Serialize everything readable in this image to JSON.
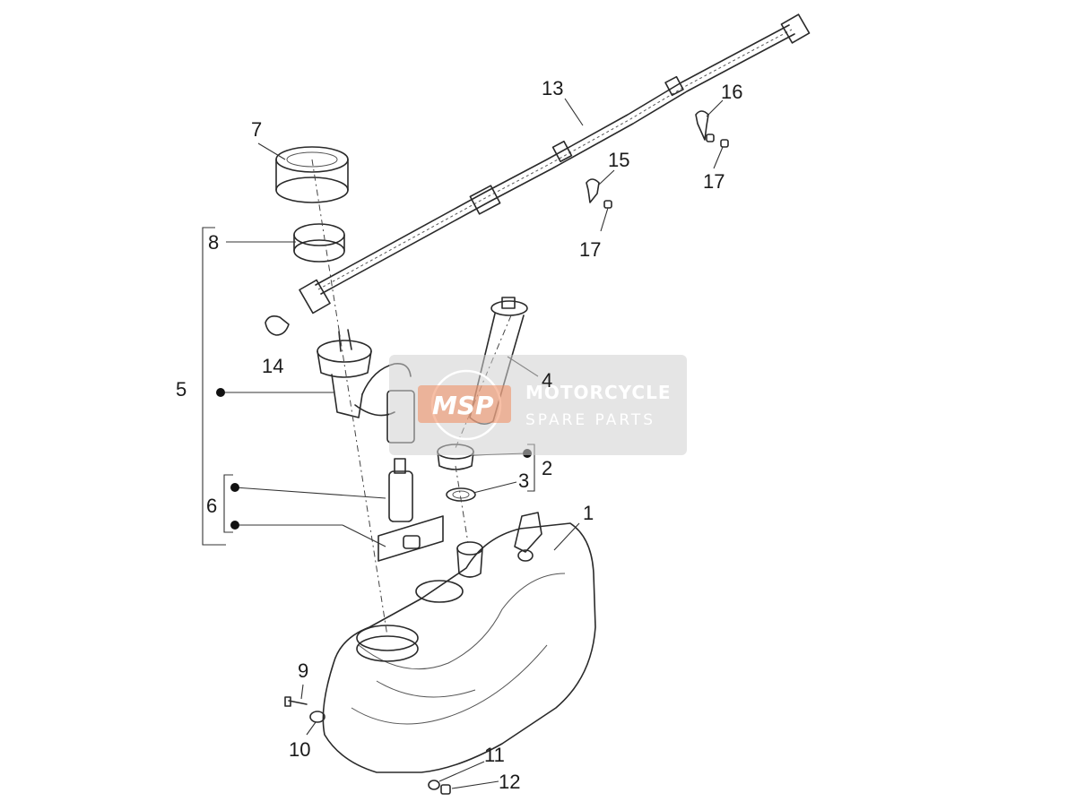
{
  "callouts": [
    {
      "id": "c1",
      "text": "1"
    },
    {
      "id": "c2",
      "text": "2"
    },
    {
      "id": "c3",
      "text": "3"
    },
    {
      "id": "c4",
      "text": "4"
    },
    {
      "id": "c5",
      "text": "5"
    },
    {
      "id": "c6",
      "text": "6"
    },
    {
      "id": "c7",
      "text": "7"
    },
    {
      "id": "c8",
      "text": "8"
    },
    {
      "id": "c9",
      "text": "9"
    },
    {
      "id": "c10",
      "text": "10"
    },
    {
      "id": "c11",
      "text": "11"
    },
    {
      "id": "c12",
      "text": "12"
    },
    {
      "id": "c13",
      "text": "13"
    },
    {
      "id": "c14",
      "text": "14"
    },
    {
      "id": "c15",
      "text": "15"
    },
    {
      "id": "c16",
      "text": "16"
    },
    {
      "id": "c17a",
      "text": "17"
    },
    {
      "id": "c17b",
      "text": "17"
    },
    {
      "id": "c17c",
      "text": "17"
    }
  ],
  "watermark": {
    "logo": "MSP",
    "title": "MOTORCYCLE",
    "subtitle": "SPARE PARTS",
    "accent": "#f08a5d"
  }
}
